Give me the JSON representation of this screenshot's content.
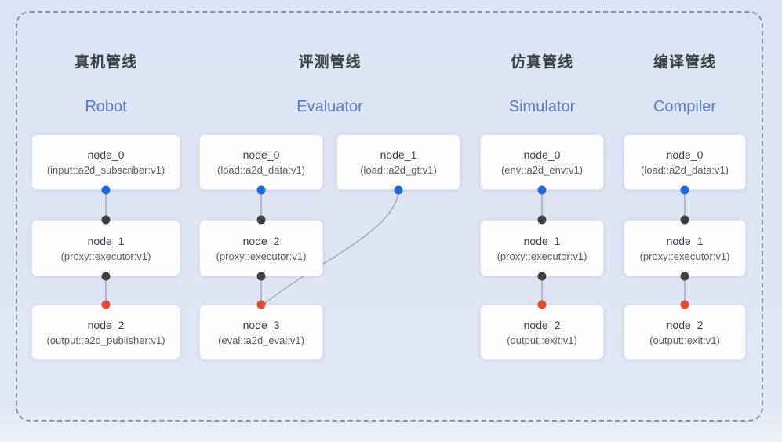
{
  "diagram": {
    "pipelines": [
      {
        "title_zh": "真机管线",
        "title_en": "Robot",
        "nodes": [
          {
            "name": "node_0",
            "type": "(input::a2d_subscriber:v1)"
          },
          {
            "name": "node_1",
            "type": "(proxy::executor:v1)"
          },
          {
            "name": "node_2",
            "type": "(output::a2d_publisher:v1)"
          }
        ]
      },
      {
        "title_zh": "评测管线",
        "title_en": "Evaluator",
        "nodes": [
          {
            "name": "node_0",
            "type": "(load::a2d_data:v1)"
          },
          {
            "name": "node_1",
            "type": "(load::a2d_gt:v1)"
          },
          {
            "name": "node_2",
            "type": "(proxy::executor:v1)"
          },
          {
            "name": "node_3",
            "type": "(eval::a2d_eval:v1)"
          }
        ]
      },
      {
        "title_zh": "仿真管线",
        "title_en": "Simulator",
        "nodes": [
          {
            "name": "node_0",
            "type": "(env::a2d_env:v1)"
          },
          {
            "name": "node_1",
            "type": "(proxy::executor:v1)"
          },
          {
            "name": "node_2",
            "type": "(output::exit:v1)"
          }
        ]
      },
      {
        "title_zh": "编译管线",
        "title_en": "Compiler",
        "nodes": [
          {
            "name": "node_0",
            "type": "(load::a2d_data:v1)"
          },
          {
            "name": "node_1",
            "type": "(proxy::executor:v1)"
          },
          {
            "name": "node_2",
            "type": "(output::exit:v1)"
          }
        ]
      }
    ],
    "colors": {
      "background": "#dde4f4",
      "frame_dash": "#8b919c",
      "accent_blue_text": "#5b7ac8",
      "port_blue": "#2268dd",
      "port_black": "#3d3f41",
      "port_red": "#e6492e",
      "edge_gray": "#9aa1ab"
    }
  }
}
